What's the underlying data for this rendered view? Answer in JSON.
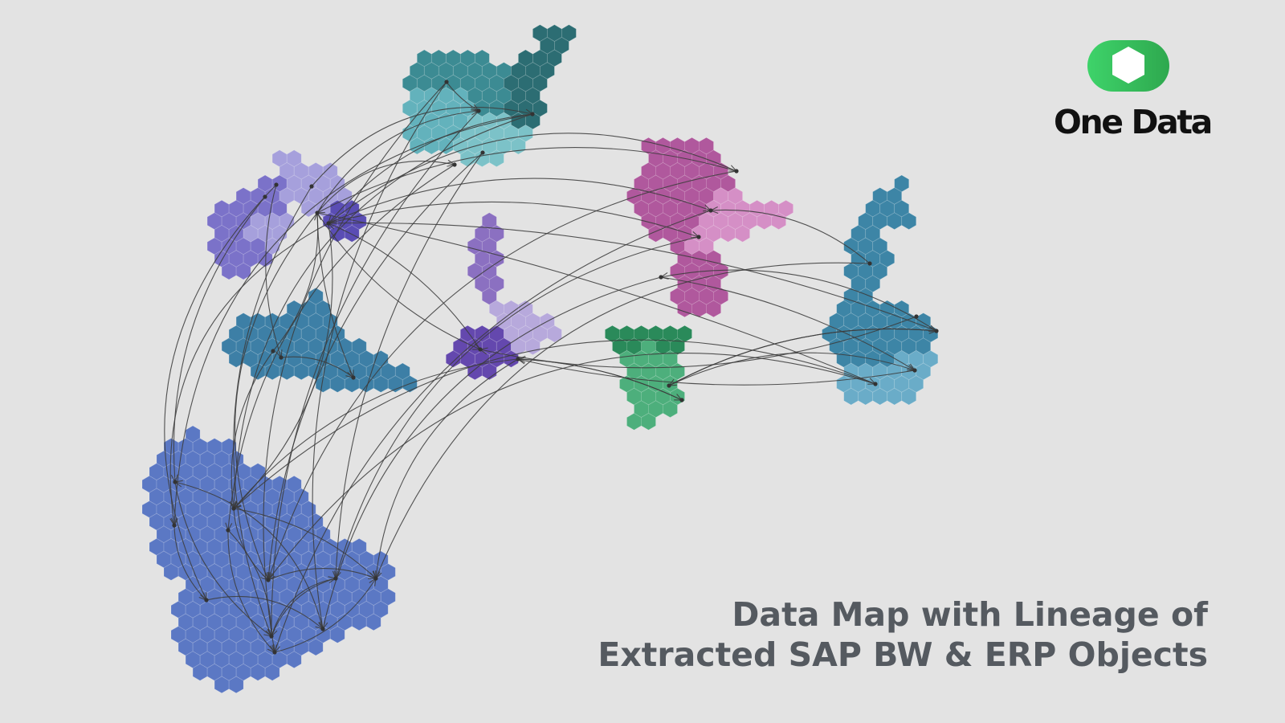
{
  "brand": {
    "name": "One Data",
    "logo_colors": {
      "left": "#3ed36a",
      "right": "#2ea84e",
      "inner": "#ffffff"
    }
  },
  "title": {
    "line1": "Data Map with Lineage of",
    "line2": "Extracted SAP BW & ERP Objects"
  },
  "palette": {
    "background": "#e3e3e3",
    "edge": "#3c3c3c",
    "title_text": "#555a60"
  },
  "clusters": [
    {
      "id": "teal-top",
      "color": "#3c8b93"
    },
    {
      "id": "teal-dark",
      "color": "#2c6d73"
    },
    {
      "id": "teal-light",
      "color": "#63b2bc"
    },
    {
      "id": "teal-lighter",
      "color": "#7cc2c8"
    },
    {
      "id": "purple-mid",
      "color": "#7b72c9"
    },
    {
      "id": "lavender",
      "color": "#a6a0dc"
    },
    {
      "id": "indigo",
      "color": "#5a4db4"
    },
    {
      "id": "steel-blue-left",
      "color": "#3d7fa6"
    },
    {
      "id": "violet-small",
      "color": "#8b70c1"
    },
    {
      "id": "lilac",
      "color": "#b7a9dc"
    },
    {
      "id": "deep-purple",
      "color": "#6448ae"
    },
    {
      "id": "magenta",
      "color": "#b0589d"
    },
    {
      "id": "pink",
      "color": "#d58fc6"
    },
    {
      "id": "green-dark",
      "color": "#2a8a5a"
    },
    {
      "id": "green",
      "color": "#4daf7c"
    },
    {
      "id": "steel-blue-right",
      "color": "#3d85a6"
    },
    {
      "id": "sky-blue",
      "color": "#6aacc8"
    },
    {
      "id": "blue-large",
      "color": "#5b78c4"
    }
  ]
}
